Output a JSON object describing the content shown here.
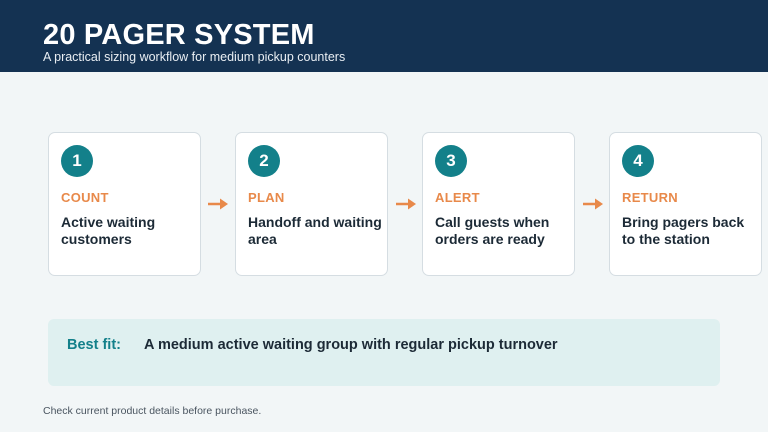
{
  "header": {
    "title": "20 PAGER SYSTEM",
    "subtitle": "A practical sizing workflow for medium pickup counters"
  },
  "steps": [
    {
      "number": "1",
      "label": "COUNT",
      "text": "Active waiting customers"
    },
    {
      "number": "2",
      "label": "PLAN",
      "text": "Handoff and waiting area"
    },
    {
      "number": "3",
      "label": "ALERT",
      "text": "Call guests when orders are ready"
    },
    {
      "number": "4",
      "label": "RETURN",
      "text": "Bring pagers back to the station"
    }
  ],
  "best_fit": {
    "label": "Best fit:",
    "text": "A medium active waiting group with regular pickup turnover"
  },
  "footnote": "Check current product details before purchase.",
  "colors": {
    "header_bg": "#143252",
    "accent_teal": "#13808a",
    "accent_orange": "#e8894a",
    "panel_bg": "#dff0f0"
  }
}
